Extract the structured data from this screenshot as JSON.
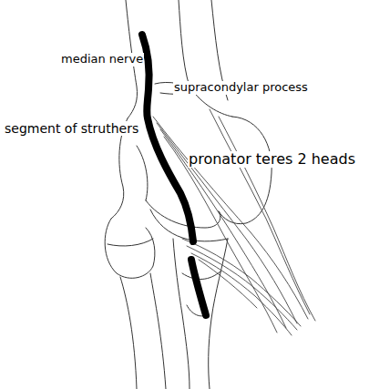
{
  "diagram": {
    "labels": [
      "median nerve",
      "supracondylar process",
      "segment of struthers",
      "pronator teres 2 heads"
    ]
  }
}
